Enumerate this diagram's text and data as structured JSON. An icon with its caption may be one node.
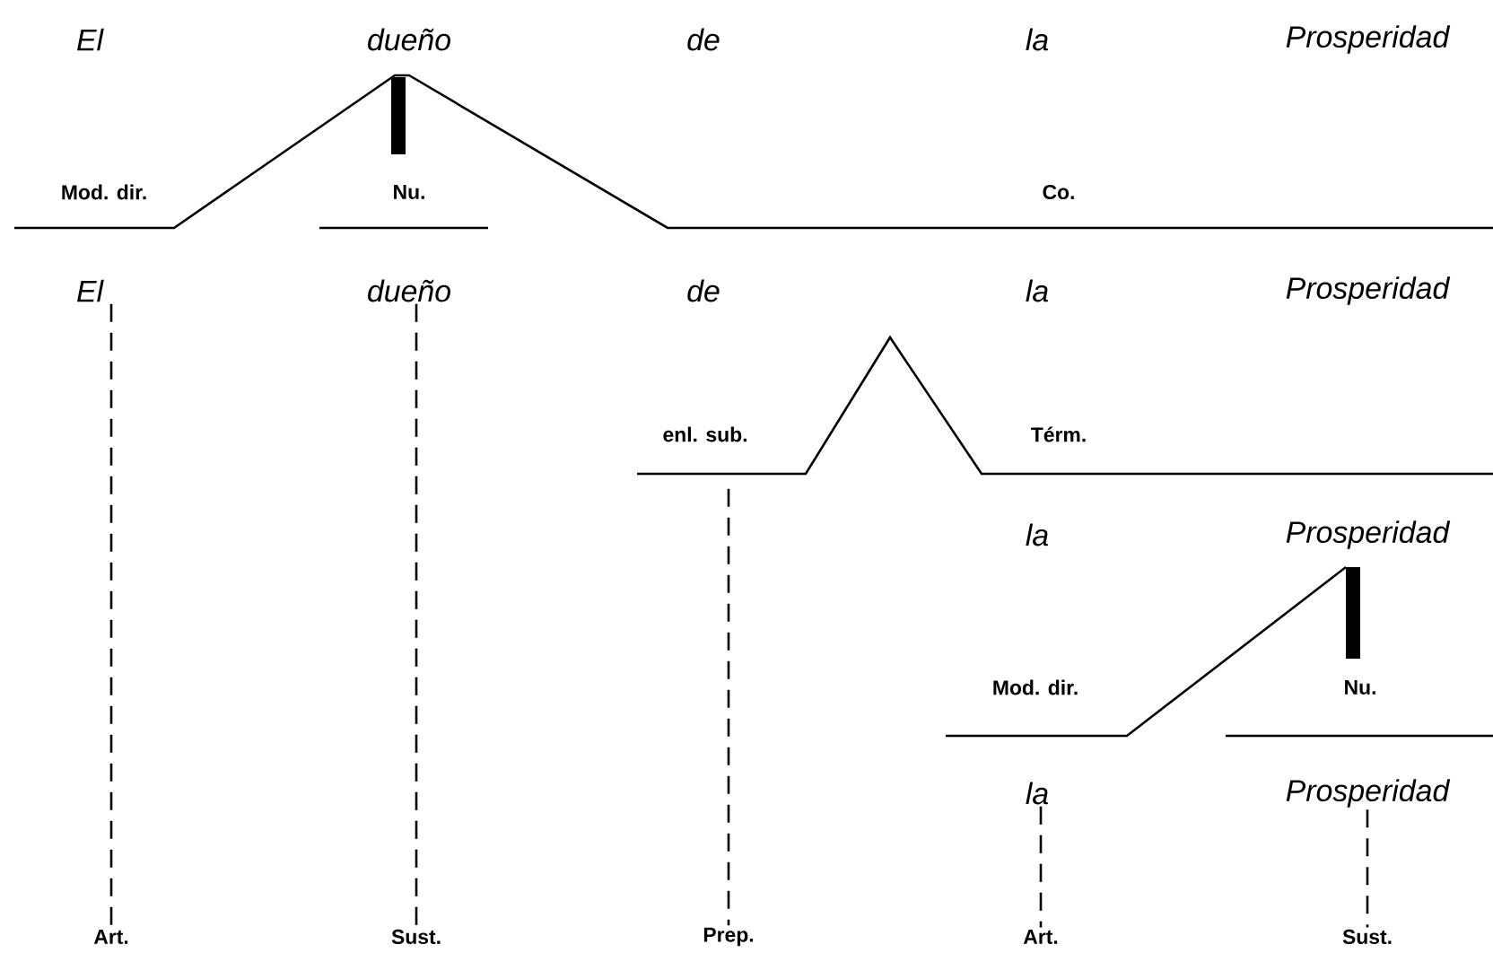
{
  "diagram": {
    "nodes": [
      {
        "text": [
          "El"
        ]
      },
      {
        "text": [
          "dueño"
        ]
      },
      {
        "text": [
          "enl. sub."
        ]
      },
      {
        "text": [
          "la"
        ]
      },
      {
        "text": [
          "Prosperidad"
        ]
      },
      {
        "text": [
          "Art."
        ]
      },
      {
        "text": [
          "Sust."
        ]
      },
      {
        "text": [
          "Prep."
        ]
      },
      {
        "text": [
          "Art."
        ]
      },
      {
        "text": [
          "Sust."
        ]
      }
    ],
    "edges": [
      {
        "from": 0,
        "to": 5,
        "arrow": "none",
        "style": "dashed"
      },
      {
        "from": 1,
        "to": 6,
        "arrow": "none",
        "style": "dashed"
      },
      {
        "from": 2,
        "to": 7,
        "arrow": "none",
        "style": "dashed"
      },
      {
        "from": 3,
        "to": 8,
        "arrow": "none",
        "style": "dashed"
      },
      {
        "from": 4,
        "to": 9,
        "arrow": "none",
        "style": "dashed"
      }
    ],
    "labels": [
      "El",
      "dueño",
      "de",
      "la",
      "Prosperidad",
      "Mod. dir.",
      "Nu.",
      "Co.",
      "de",
      "la",
      "Prosperidad",
      "Térm.",
      "la",
      "Prosperidad",
      "Mod. dir.",
      "Nu."
    ]
  }
}
